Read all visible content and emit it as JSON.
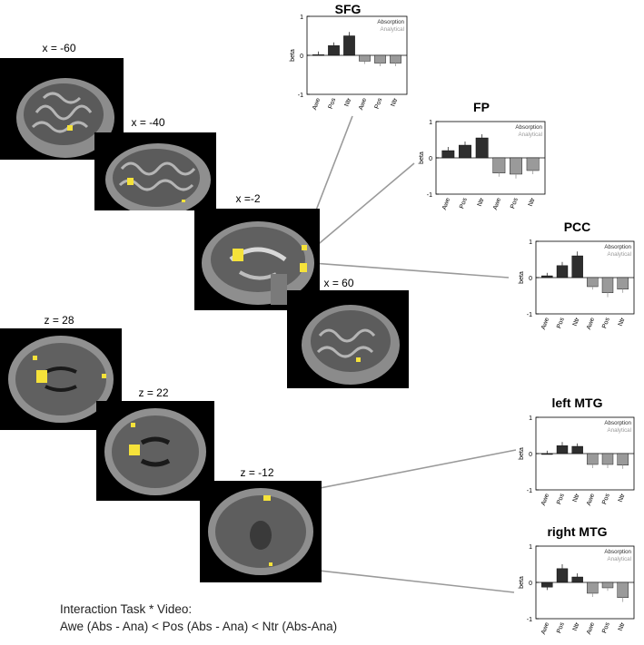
{
  "slices": {
    "x_m60": {
      "label": "x = -60"
    },
    "x_m40": {
      "label": "x = -40"
    },
    "x_m2": {
      "label": "x =-2"
    },
    "x_60": {
      "label": "x = 60"
    },
    "z_28": {
      "label": "z = 28"
    },
    "z_22": {
      "label": "z = 22"
    },
    "z_m12": {
      "label": "z = -12"
    }
  },
  "colors": {
    "absorption": "#2e2e2e",
    "analytical": "#9a9a9a",
    "activation": "#f5e23a",
    "connector": "#9a9a9a"
  },
  "caption": {
    "line1": "Interaction Task * Video:",
    "line2": "Awe (Abs - Ana) < Pos (Abs - Ana) < Ntr (Abs-Ana)"
  },
  "chart_data": [
    {
      "type": "bar",
      "title": "SFG",
      "ylabel": "beta",
      "ylim": [
        -1,
        1
      ],
      "yticks": [
        "1",
        "0",
        "-1"
      ],
      "categories": [
        "Awe",
        "Pos",
        "Ntr",
        "Awe",
        "Pos",
        "Ntr"
      ],
      "series": [
        {
          "name": "Absorption",
          "values": [
            0.02,
            0.25,
            0.5,
            null,
            null,
            null
          ],
          "errors": [
            0.08,
            0.08,
            0.1,
            null,
            null,
            null
          ]
        },
        {
          "name": "Analytical",
          "values": [
            null,
            null,
            null,
            -0.15,
            -0.2,
            -0.2
          ],
          "errors": [
            null,
            null,
            null,
            0.07,
            0.08,
            0.08
          ]
        }
      ],
      "legend": [
        "Absorption",
        "Analytical"
      ]
    },
    {
      "type": "bar",
      "title": "FP",
      "ylabel": "beta",
      "ylim": [
        -1,
        1
      ],
      "yticks": [
        "1",
        "0",
        "-1"
      ],
      "categories": [
        "Awe",
        "Pos",
        "Ntr",
        "Awe",
        "Pos",
        "Ntr"
      ],
      "series": [
        {
          "name": "Absorption",
          "values": [
            0.2,
            0.35,
            0.55,
            null,
            null,
            null
          ],
          "errors": [
            0.1,
            0.1,
            0.1,
            null,
            null,
            null
          ]
        },
        {
          "name": "Analytical",
          "values": [
            null,
            null,
            null,
            -0.42,
            -0.45,
            -0.35
          ],
          "errors": [
            null,
            null,
            null,
            0.1,
            0.12,
            0.1
          ]
        }
      ],
      "legend": [
        "Absorption",
        "Analytical"
      ]
    },
    {
      "type": "bar",
      "title": "PCC",
      "ylabel": "beta",
      "ylim": [
        -1,
        1
      ],
      "yticks": [
        "1",
        "0",
        "-1"
      ],
      "categories": [
        "Awe",
        "Pos",
        "Ntr",
        "Awe",
        "Pos",
        "Ntr"
      ],
      "series": [
        {
          "name": "Absorption",
          "values": [
            0.05,
            0.33,
            0.6,
            null,
            null,
            null
          ],
          "errors": [
            0.08,
            0.1,
            0.12,
            null,
            null,
            null
          ]
        },
        {
          "name": "Analytical",
          "values": [
            null,
            null,
            null,
            -0.25,
            -0.42,
            -0.32
          ],
          "errors": [
            null,
            null,
            null,
            0.08,
            0.12,
            0.1
          ]
        }
      ],
      "legend": [
        "Absorption",
        "Analytical"
      ]
    },
    {
      "type": "bar",
      "title": "left MTG",
      "ylabel": "beta",
      "ylim": [
        -1,
        1
      ],
      "yticks": [
        "1",
        "0",
        "-1"
      ],
      "categories": [
        "Awe",
        "Pos",
        "Ntr",
        "Awe",
        "Pos",
        "Ntr"
      ],
      "series": [
        {
          "name": "Absorption",
          "values": [
            0.0,
            0.22,
            0.2,
            null,
            null,
            null
          ],
          "errors": [
            0.08,
            0.1,
            0.08,
            null,
            null,
            null
          ]
        },
        {
          "name": "Analytical",
          "values": [
            null,
            null,
            null,
            -0.3,
            -0.3,
            -0.32
          ],
          "errors": [
            null,
            null,
            null,
            0.1,
            0.1,
            0.1
          ]
        }
      ],
      "legend": [
        "Absorption",
        "Analytical"
      ]
    },
    {
      "type": "bar",
      "title": "right MTG",
      "ylabel": "beta",
      "ylim": [
        -1,
        1
      ],
      "yticks": [
        "1",
        "0",
        "-1"
      ],
      "categories": [
        "Awe",
        "Pos",
        "Ntr",
        "Awe",
        "Pos",
        "Ntr"
      ],
      "series": [
        {
          "name": "Absorption",
          "values": [
            -0.13,
            0.38,
            0.15,
            null,
            null,
            null
          ],
          "errors": [
            0.08,
            0.12,
            0.1,
            null,
            null,
            null
          ]
        },
        {
          "name": "Analytical",
          "values": [
            null,
            null,
            null,
            -0.3,
            -0.15,
            -0.42
          ],
          "errors": [
            null,
            null,
            null,
            0.1,
            0.08,
            0.12
          ]
        }
      ],
      "legend": [
        "Absorption",
        "Analytical"
      ]
    }
  ]
}
